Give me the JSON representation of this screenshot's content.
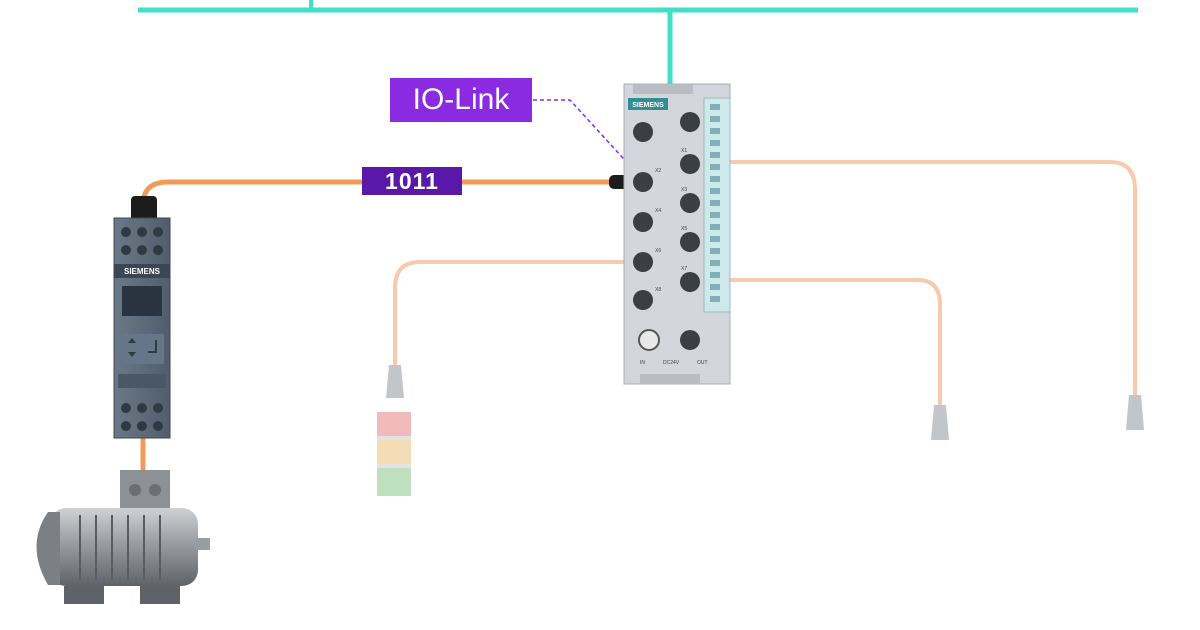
{
  "labels": {
    "protocol": "IO-Link",
    "data_word": "1011"
  },
  "devices": {
    "io_module": {
      "brand": "SIEMENS",
      "port_labels": [
        "X1",
        "X2",
        "X3",
        "X4",
        "X5",
        "X6",
        "X7",
        "X8"
      ],
      "power_in_label": "IN",
      "power_voltage_label": "DC24V",
      "power_out_label": "OUT"
    },
    "motor_starter": {
      "brand": "SIEMENS"
    }
  },
  "colors": {
    "network_bus": "#40e0c8",
    "io_link_cable": "#f39a58",
    "faded_cable": "#f7c9ad",
    "io_link_tag": "#8a2be2",
    "data_tag": "#5a18a8",
    "module_body": "#d4d6dc",
    "starter_body": "#5a6878"
  },
  "icons": [
    "motor-icon",
    "signal-tower-icon",
    "sensor-icon"
  ]
}
